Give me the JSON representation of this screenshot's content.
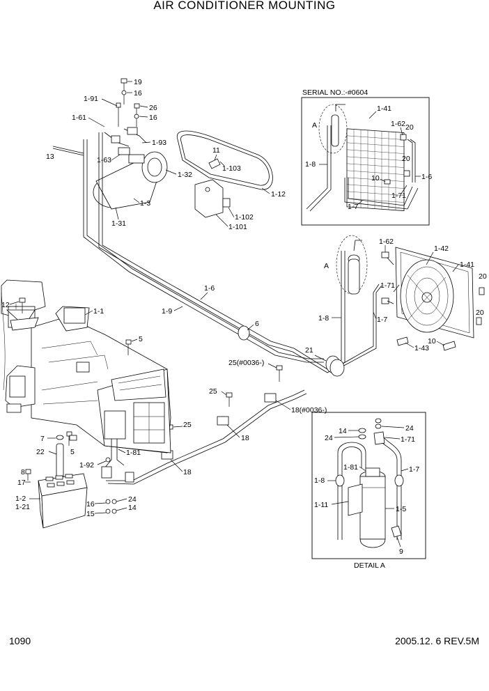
{
  "title": "AIR CONDITIONER MOUNTING",
  "page_number": "1090",
  "revision": "2005.12. 6  REV.5M",
  "serial_note": "SERIAL NO.:-#0604",
  "detail_label": "DETAIL A",
  "callouts": {
    "c19": "19",
    "c16a": "16",
    "c1_91": "1-91",
    "c26": "26",
    "c16b": "16",
    "c1_61": "1-61",
    "c1_93": "1-93",
    "c13": "13",
    "c1_63": "1-63",
    "c11": "11",
    "c1_103": "1-103",
    "c1_32": "1-32",
    "c1_12": "1-12",
    "c1_3": "1-3",
    "c1_31": "1-31",
    "c1_102": "1-102",
    "c1_101": "1-101",
    "c1_6a": "1-6",
    "c1_9": "1-9",
    "c6": "6",
    "c12": "12",
    "c1_1": "1-1",
    "c5a": "5",
    "c25a": "25(#0036-)",
    "c21": "21",
    "c25b": "25",
    "c18a": "18(#0036-)",
    "c18b": "18",
    "c25c": "25",
    "c5b": "5",
    "c7": "7",
    "c22": "22",
    "c1_81a": "1-81",
    "c1_92": "1-92",
    "c18c": "18",
    "c8": "8",
    "c17": "17",
    "c1_2": "1-2",
    "c1_21": "1-21",
    "c16c": "16",
    "c15": "15",
    "c24a": "24",
    "c14a": "14",
    "s1_41": "1-41",
    "sA": "A",
    "s1_62": "1-62",
    "s20a": "20",
    "s20b": "20",
    "s1_8": "1-8",
    "s1_6": "1-6",
    "s10": "10",
    "s1_71": "1-71",
    "s1_7": "1-7",
    "m1_62": "1-62",
    "m1_42": "1-42",
    "m1_41": "1-41",
    "mA": "A",
    "m20a": "20",
    "m1_71": "1-71",
    "m20b": "20",
    "m1_8": "1-8",
    "m1_7": "1-7",
    "m10": "10",
    "m1_43": "1-43",
    "d14": "14",
    "d24a": "24",
    "d24b": "24",
    "d1_71": "1-71",
    "d1_81": "1-81",
    "d1_7": "1-7",
    "d1_8": "1-8",
    "d1_11": "1-11",
    "d1_5": "1-5",
    "d9": "9"
  }
}
